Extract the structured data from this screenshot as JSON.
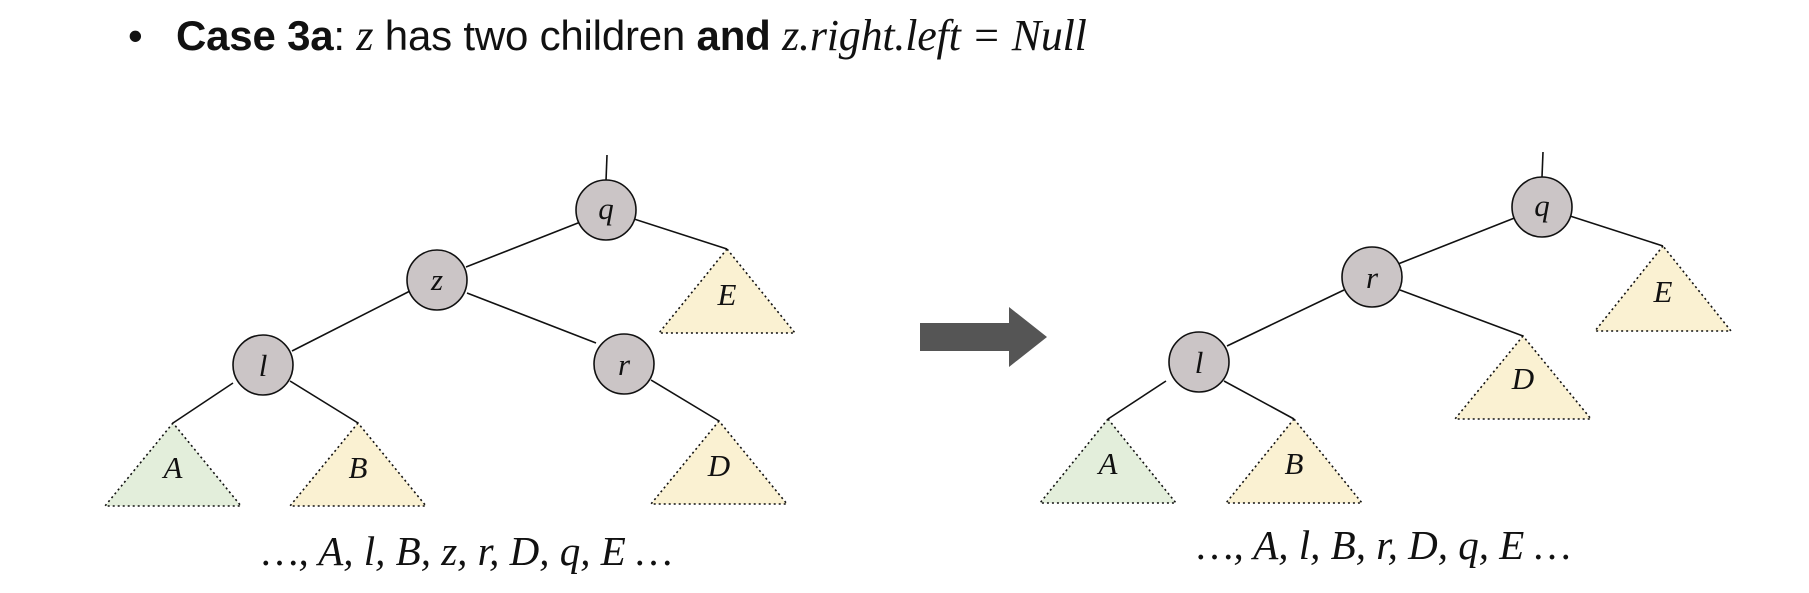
{
  "heading": {
    "bullet": "•",
    "case_label": "Case 3a",
    "colon": ":",
    "var_z": "z",
    "text_mid": " has two children ",
    "and_word": "and",
    "condition": "z.right.left = Null"
  },
  "left_tree": {
    "nodes": {
      "q": "q",
      "z": "z",
      "l": "l",
      "r": "r"
    },
    "subtrees": {
      "A": "A",
      "B": "B",
      "D": "D",
      "E": "E"
    },
    "sequence": {
      "before": "…, A, l, B, ",
      "highlight": "z,",
      "after": " r, D, q, E …"
    }
  },
  "right_tree": {
    "nodes": {
      "q": "q",
      "r": "r",
      "l": "l"
    },
    "subtrees": {
      "A": "A",
      "B": "B",
      "D": "D",
      "E": "E"
    },
    "sequence": "…, A, l, B, r, D, q, E …"
  },
  "colors": {
    "node_fill": "#cbc5c6",
    "subtree_green": "#e3eedb",
    "subtree_yellow": "#faf1d2",
    "arrow": "#555555",
    "highlight": "#9a2a6a"
  }
}
